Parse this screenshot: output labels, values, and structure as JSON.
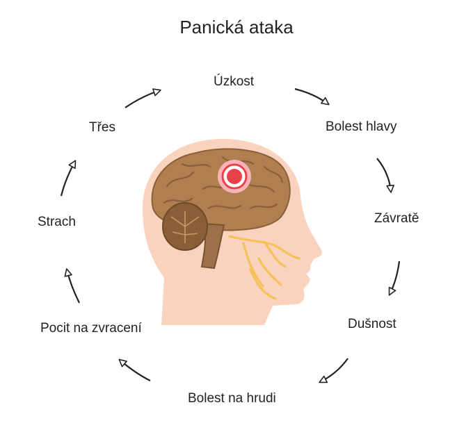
{
  "title": "Panická ataka",
  "cycle": [
    "Úzkost",
    "Bolest hlavy",
    "Závratě",
    "Dušnost",
    "Bolest na hrudi",
    "Pocit na zvracení",
    "Strach",
    "Třes"
  ],
  "colors": {
    "skin": "#f9d3bd",
    "brain": "#b07f50",
    "brain_dark": "#8a5e36",
    "nerves": "#f5c15a",
    "pain_marker": "#e9414a",
    "arrow": "#222222"
  }
}
